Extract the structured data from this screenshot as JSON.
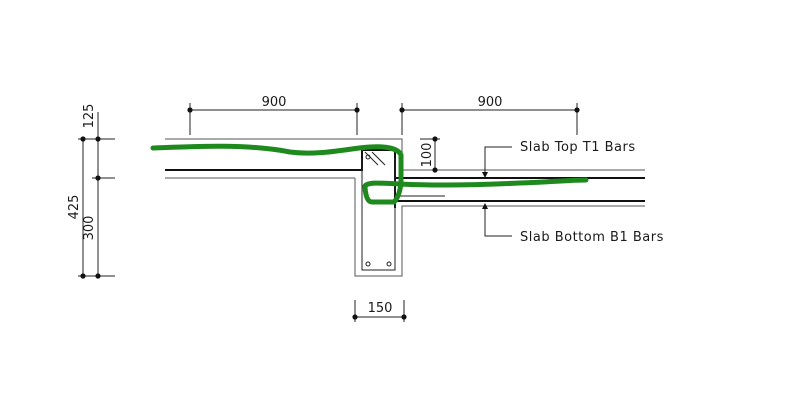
{
  "dimensions": {
    "left_span": "900",
    "right_span": "900",
    "slab_step": "125",
    "total_depth": "425",
    "beam_depth": "300",
    "top_cover": "100",
    "beam_width": "150"
  },
  "notes": {
    "top_bars": "Slab Top T1 Bars",
    "bottom_bars": "Slab Bottom B1 Bars"
  },
  "colors": {
    "markup": "#1e8a1e",
    "linework": "#222222"
  }
}
